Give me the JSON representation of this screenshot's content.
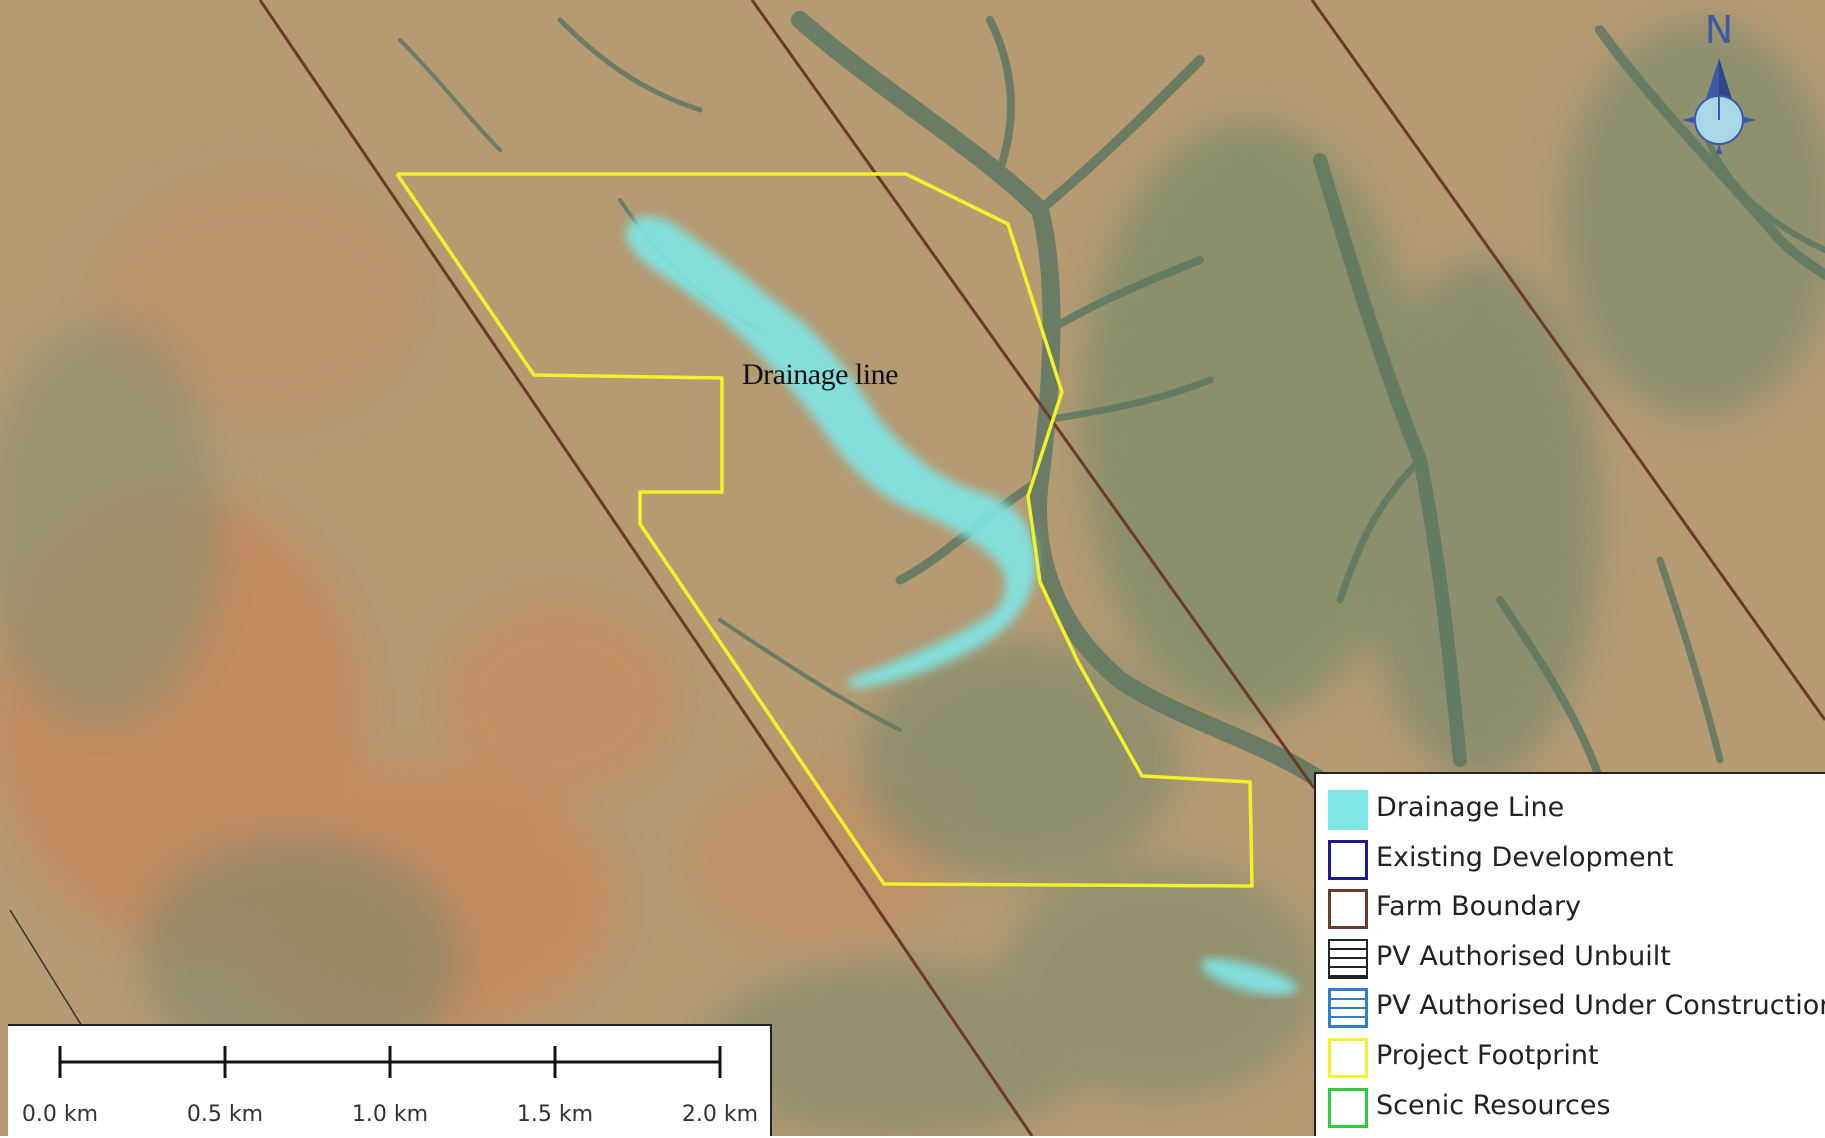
{
  "map": {
    "label_drainage": "Drainage line",
    "north_label": "N"
  },
  "scalebar": {
    "ticks": [
      "0.0 km",
      "0.5 km",
      "1.0 km",
      "1.5 km",
      "2.0 km"
    ]
  },
  "legend": {
    "items": [
      {
        "label": "Drainage Line",
        "style": "fill",
        "color": "#7fe6e6"
      },
      {
        "label": "Existing Development",
        "style": "outline",
        "color": "#1a1a8c"
      },
      {
        "label": "Farm Boundary",
        "style": "outline",
        "color": "#6b3a2a"
      },
      {
        "label": "PV Authorised Unbuilt",
        "style": "hatch",
        "color": "#222222"
      },
      {
        "label": "PV Authorised Under Construction",
        "style": "hatch",
        "color": "#2f7fd0"
      },
      {
        "label": "Project Footprint",
        "style": "outline",
        "color": "#f2f22a"
      },
      {
        "label": "Scenic Resources",
        "style": "outline",
        "color": "#2ecc40"
      }
    ]
  },
  "colors": {
    "terrain": "#b59a72",
    "vegetation": "#6f8a66",
    "red_soil": "#c77f57",
    "drainage": "#7fe6e6",
    "footprint": "#f2f22a",
    "farm_boundary": "#6b3a2a"
  }
}
